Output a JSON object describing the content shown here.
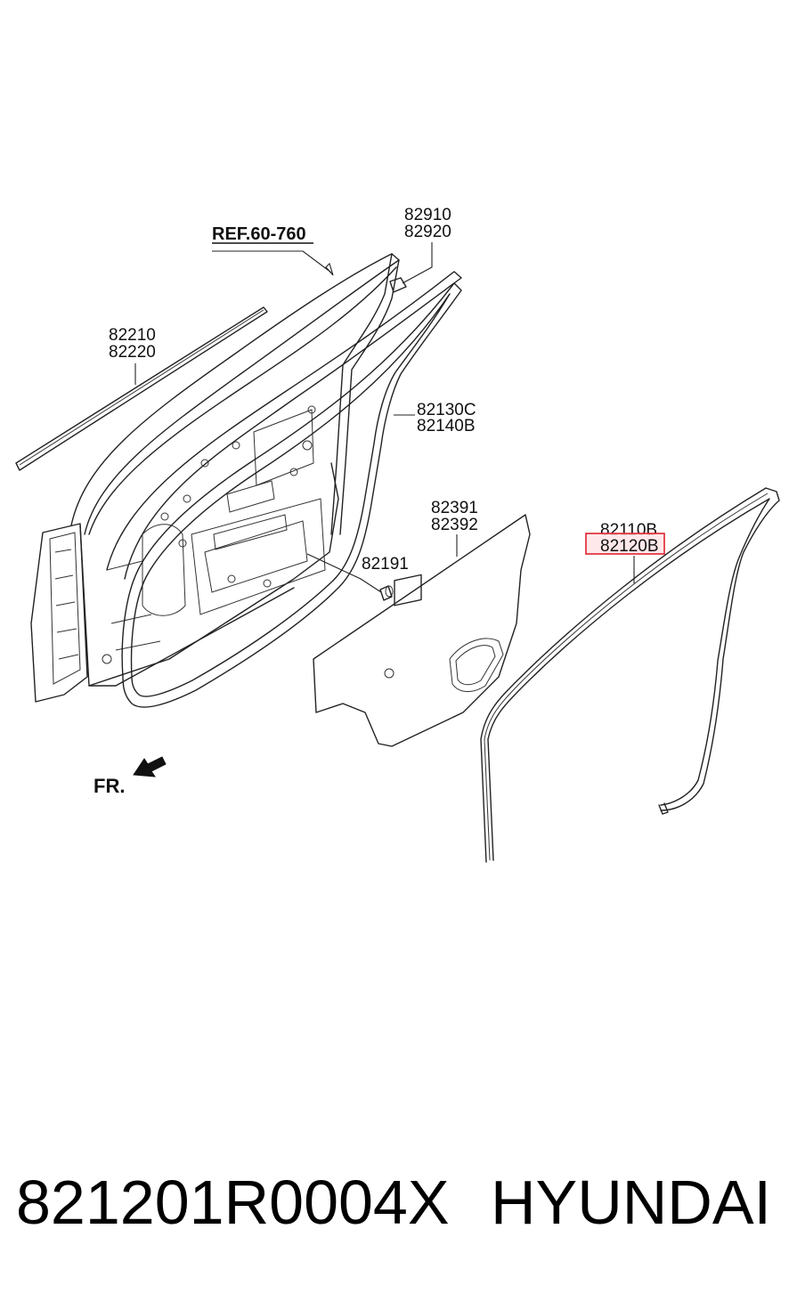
{
  "diagram": {
    "reference_label": "REF.60-760",
    "direction_label": "FR.",
    "callouts": [
      {
        "id": "hinge",
        "line1": "82910",
        "line2": "82920"
      },
      {
        "id": "belt-molding",
        "line1": "82210",
        "line2": "82220"
      },
      {
        "id": "body-weatherstrip",
        "line1": "82130C",
        "line2": "82140B"
      },
      {
        "id": "trim-panel",
        "line1": "82391",
        "line2": "82392"
      },
      {
        "id": "clip",
        "line1": "82191"
      },
      {
        "id": "door-weatherstrip",
        "line1": "82110B",
        "line2": "82120B",
        "highlighted": true
      }
    ],
    "highlight_color": "#e0232e"
  },
  "footer": {
    "part_number": "821201R0004X",
    "brand": "HYUNDAI"
  }
}
